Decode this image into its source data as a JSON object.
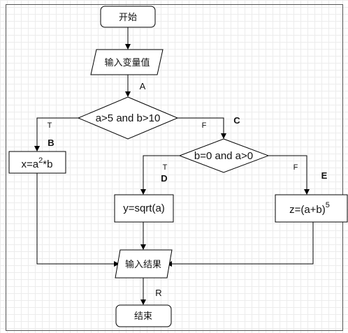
{
  "flowchart": {
    "start": "开始",
    "input": "输入变量值",
    "decision1": "a>5 and b>10",
    "process_b": {
      "base": "x=a",
      "sup": "2",
      "rest": "*b"
    },
    "decision2": "b=0 and a>0",
    "process_d": "y=sqrt(a)",
    "process_e": {
      "base": "z=(a+b)",
      "sup": "5"
    },
    "output": "输入结果",
    "end": "结束"
  },
  "edge_labels": {
    "t1": "T",
    "f1": "F",
    "t2": "T",
    "f2": "F"
  },
  "path_markers": {
    "a": "A",
    "b": "B",
    "c": "C",
    "d": "D",
    "e": "E",
    "r": "R"
  }
}
